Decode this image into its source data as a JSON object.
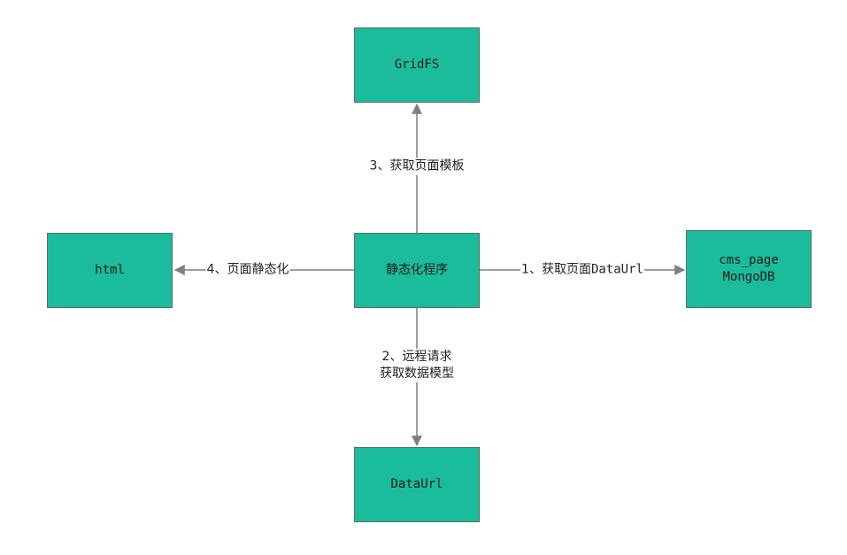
{
  "colors": {
    "node_fill": "#1abc9c",
    "node_border": "#5f6b68",
    "edge": "#7f7f7f"
  },
  "nodes": {
    "center": {
      "label": "静态化程序"
    },
    "gridfs": {
      "label": "GridFS"
    },
    "html": {
      "label": "html"
    },
    "cms_page": {
      "line1": "cms_page",
      "line2": "MongoDB"
    },
    "dataurl": {
      "label": "DataUrl"
    }
  },
  "edges": {
    "to_cms_page": {
      "label_cn": "1、获取页面",
      "label_en": "DataUrl"
    },
    "to_dataurl": {
      "line1": "2、远程请求",
      "line2": "获取数据模型"
    },
    "to_gridfs": {
      "label": "3、获取页面模板"
    },
    "to_html": {
      "label": "4、页面静态化"
    }
  }
}
